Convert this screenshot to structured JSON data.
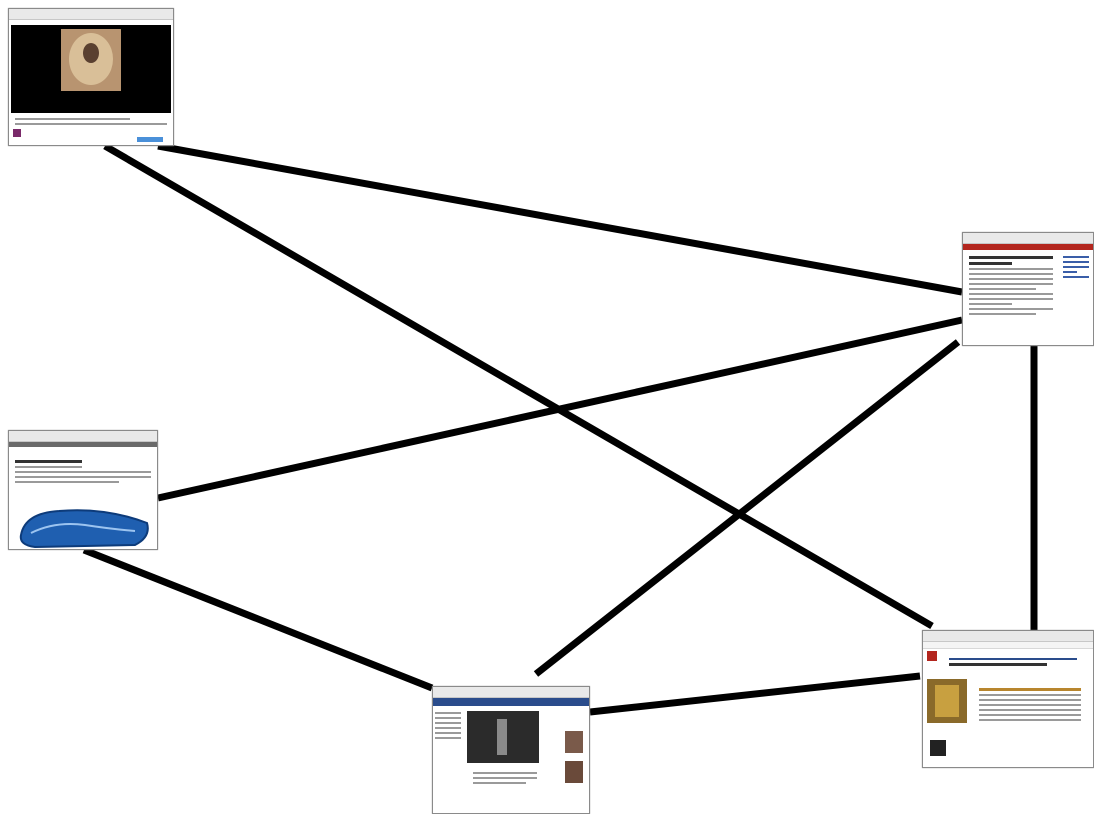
{
  "nodes": [
    {
      "id": "a",
      "kind": "video-page-portrait",
      "accent": "#000000"
    },
    {
      "id": "b",
      "kind": "article-page-red-header",
      "accent": "#b3261e"
    },
    {
      "id": "c",
      "kind": "blog-page-blue-figure",
      "accent": "#1f5fb0"
    },
    {
      "id": "d",
      "kind": "news-portal-page",
      "accent": "#2a4c8c"
    },
    {
      "id": "e",
      "kind": "catalog-page-artwork-table",
      "accent": "#b3261e"
    }
  ],
  "edges": [
    [
      "a",
      "b"
    ],
    [
      "a",
      "e"
    ],
    [
      "c",
      "b"
    ],
    [
      "c",
      "d"
    ],
    [
      "d",
      "b"
    ],
    [
      "d",
      "e"
    ],
    [
      "b",
      "e"
    ]
  ]
}
